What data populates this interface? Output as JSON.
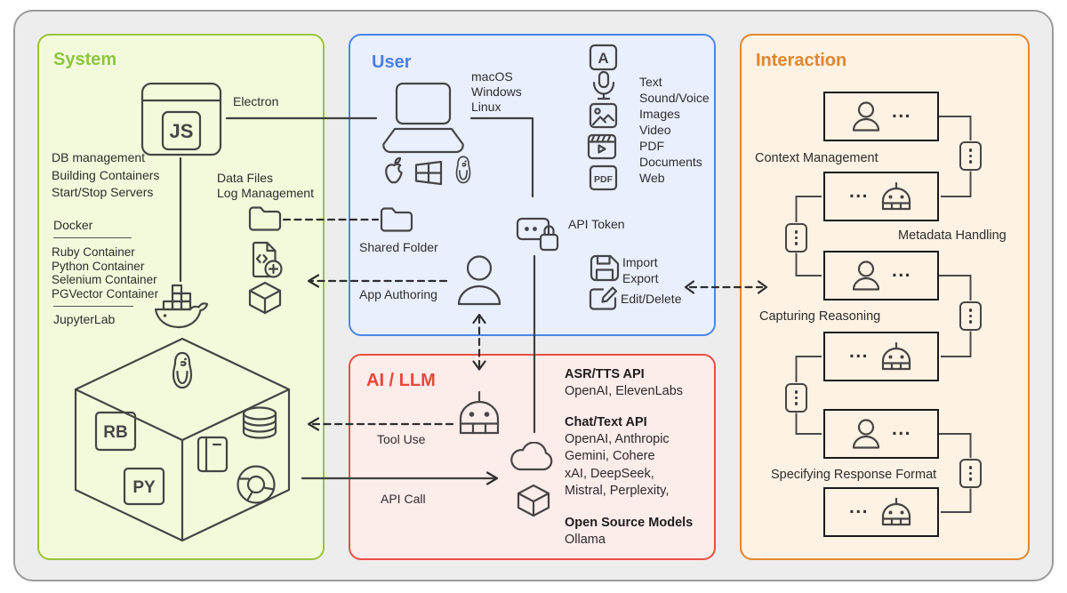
{
  "colors": {
    "system_accent": "#8cc63f",
    "system_border": "#9ac43e",
    "system_fill": "#f3fadc",
    "user_accent": "#4a7fe4",
    "user_border": "#4c86e8",
    "user_fill": "#e9effc",
    "ai_accent": "#e9473c",
    "ai_border": "#e95045",
    "ai_fill": "#fcecea",
    "interaction_accent": "#e0862f",
    "interaction_border": "#e2872f",
    "interaction_fill": "#fdf2e3",
    "frame_fill": "#ededed",
    "frame_border": "#9b9b9b",
    "ink": "#454545",
    "text": "#2d2d2d",
    "box_border": "#1a1a1a"
  },
  "system": {
    "title": "System",
    "js_label": "JS",
    "electron_label": "Electron",
    "features": [
      "DB management",
      "Building Containers",
      "Start/Stop Servers"
    ],
    "docker_label": "Docker",
    "containers": [
      "Ruby Container",
      "Python Container",
      "Selenium Container",
      "PGVector Container"
    ],
    "jupyterlab_label": "JupyterLab",
    "data_files_label": "Data Files",
    "log_management_label": "Log Management",
    "rb_label": "RB",
    "py_label": "PY"
  },
  "user": {
    "title": "User",
    "os_labels": [
      "macOS",
      "Windows",
      "Linux"
    ],
    "shared_folder_label": "Shared Folder",
    "app_authoring_label": "App Authoring",
    "api_token_label": "API Token",
    "text_icon_glyph": "A",
    "pdf_icon_glyph": "PDF",
    "media_labels": [
      "Text",
      "Sound/Voice",
      "Images",
      "Video",
      "PDF",
      "Documents",
      "Web"
    ],
    "import_label": "Import",
    "export_label": "Export",
    "edit_delete_label": "Edit/Delete"
  },
  "ai_llm": {
    "title": "AI / LLM",
    "tool_use_label": "Tool Use",
    "api_call_label": "API Call",
    "groups": [
      {
        "heading": "ASR/TTS API",
        "lines": [
          "OpenAI, ElevenLabs"
        ]
      },
      {
        "heading": "Chat/Text API",
        "lines": [
          "OpenAI, Anthropic",
          "Gemini, Cohere",
          "xAI, DeepSeek,",
          "Mistral, Perplexity,"
        ]
      },
      {
        "heading": "Open Source Models",
        "lines": [
          "Ollama"
        ]
      }
    ]
  },
  "interaction": {
    "title": "Interaction",
    "ellipsis": "...",
    "labels": [
      "Context Management",
      "Metadata Handling",
      "Capturing Reasoning",
      "Specifying Response Format"
    ]
  }
}
